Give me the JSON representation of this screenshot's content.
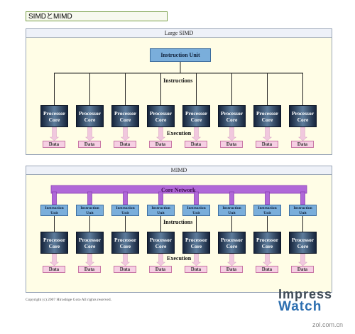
{
  "title": "SIMDとMIMD",
  "simd": {
    "header": "Large SIMD",
    "instruction_unit": "Instruction Unit",
    "instructions_label": "Instructions",
    "execution_label": "Execution",
    "cores": [
      "Processor Core",
      "Processor Core",
      "Processor Core",
      "Processor Core",
      "Processor Core",
      "Processor Core",
      "Processor Core",
      "Processor Core"
    ],
    "data": [
      "Data",
      "Data",
      "Data",
      "Data",
      "Data",
      "Data",
      "Data",
      "Data"
    ]
  },
  "mimd": {
    "header": "MIMD",
    "core_network_label": "Core Network",
    "instructions_label": "Instructions",
    "execution_label": "Execution",
    "instruction_units": [
      "Instruction Unit",
      "Instruction Unit",
      "Instruction Unit",
      "Instruction Unit",
      "Instruction Unit",
      "Instruction Unit",
      "Instruction Unit",
      "Instruction Unit"
    ],
    "cores": [
      "Processor Core",
      "Processor Core",
      "Processor Core",
      "Processor Core",
      "Processor Core",
      "Processor Core",
      "Processor Core",
      "Processor Core"
    ],
    "data": [
      "Data",
      "Data",
      "Data",
      "Data",
      "Data",
      "Data",
      "Data",
      "Data"
    ]
  },
  "copyright": "Copyright (c) 2007 Hiroshige Goto All rights reserved.",
  "watermark": {
    "line1": "Impress",
    "line2": "Watch",
    "line3": "zol.com.cn"
  },
  "colors": {
    "instruction_unit": "#7aaedb",
    "core_dark": "#16243b",
    "data": "#f6cfe3",
    "core_network": "#b068d8",
    "panel": "#fffde6"
  }
}
